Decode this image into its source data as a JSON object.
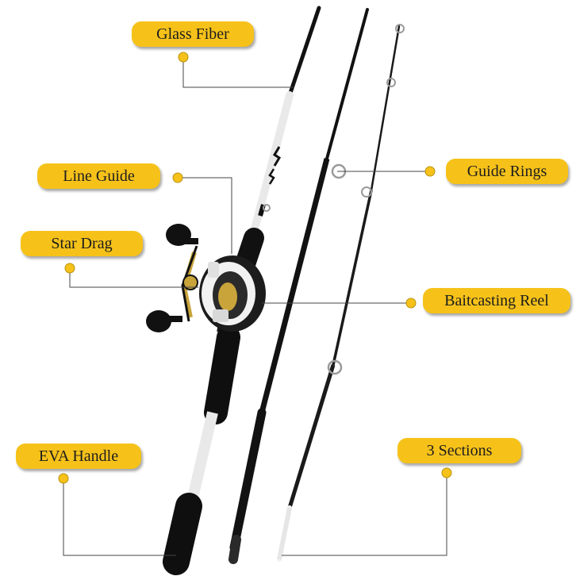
{
  "labels": {
    "glass_fiber": "Glass Fiber",
    "line_guide": "Line Guide",
    "star_drag": "Star Drag",
    "eva_handle": "EVA Handle",
    "guide_rings": "Guide Rings",
    "baitcasting_reel": "Baitcasting Reel",
    "three_sections": "3 Sections"
  },
  "colors": {
    "label_fill": "#f6c21a",
    "leader_line": "#444444",
    "rod_black": "#121212",
    "rod_white": "#f4f4f4",
    "reel_gold": "#c8a43a"
  }
}
